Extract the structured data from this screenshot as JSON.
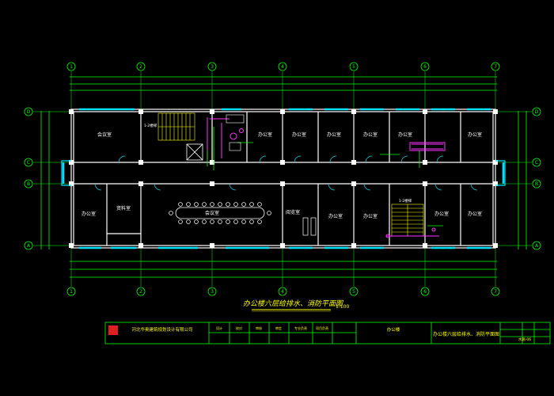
{
  "drawing": {
    "title": "办公楼六层给排水、消防平面图",
    "scale_note": "1:100",
    "colors": {
      "background": "#000000",
      "wall": "#ffffff",
      "window": "#00e0ff",
      "dimension": "#00ff00",
      "annotation": "#ffff00",
      "pipe": "#ff33ff",
      "titleblock": "#00ff00",
      "logo": "#e02020"
    }
  },
  "axes": {
    "columns": [
      "1",
      "2",
      "3",
      "4",
      "5",
      "6",
      "7"
    ],
    "rows": [
      "D",
      "C",
      "B",
      "A"
    ]
  },
  "rooms": [
    {
      "id": "office-1",
      "label": "会议室"
    },
    {
      "id": "stair-north",
      "label": "1-2楼梯"
    },
    {
      "id": "office-n1",
      "label": "办公室"
    },
    {
      "id": "office-n2",
      "label": "办公室"
    },
    {
      "id": "office-n3",
      "label": "办公室"
    },
    {
      "id": "office-n4",
      "label": "办公室"
    },
    {
      "id": "office-n5",
      "label": "办公室"
    },
    {
      "id": "office-n6",
      "label": "办公室"
    },
    {
      "id": "office-s1",
      "label": "办公室"
    },
    {
      "id": "archive",
      "label": "资料室"
    },
    {
      "id": "conference",
      "label": "会议室"
    },
    {
      "id": "reading",
      "label": "阅览室"
    },
    {
      "id": "office-s2",
      "label": "办公室"
    },
    {
      "id": "office-s3",
      "label": "办公室"
    },
    {
      "id": "office-s4",
      "label": "办公室"
    },
    {
      "id": "office-s5",
      "label": "办公室"
    },
    {
      "id": "stair-south",
      "label": "1-2楼梯"
    }
  ],
  "titleblock": {
    "company": "河北华奥建筑规划设计有限公司",
    "project": "办公楼",
    "sheet_title": "办公楼六层给排水、消防平面图",
    "sheet_no": "水施-06",
    "fields": [
      "设计",
      "校对",
      "审核",
      "审定",
      "专业负责",
      "项目负责"
    ]
  }
}
